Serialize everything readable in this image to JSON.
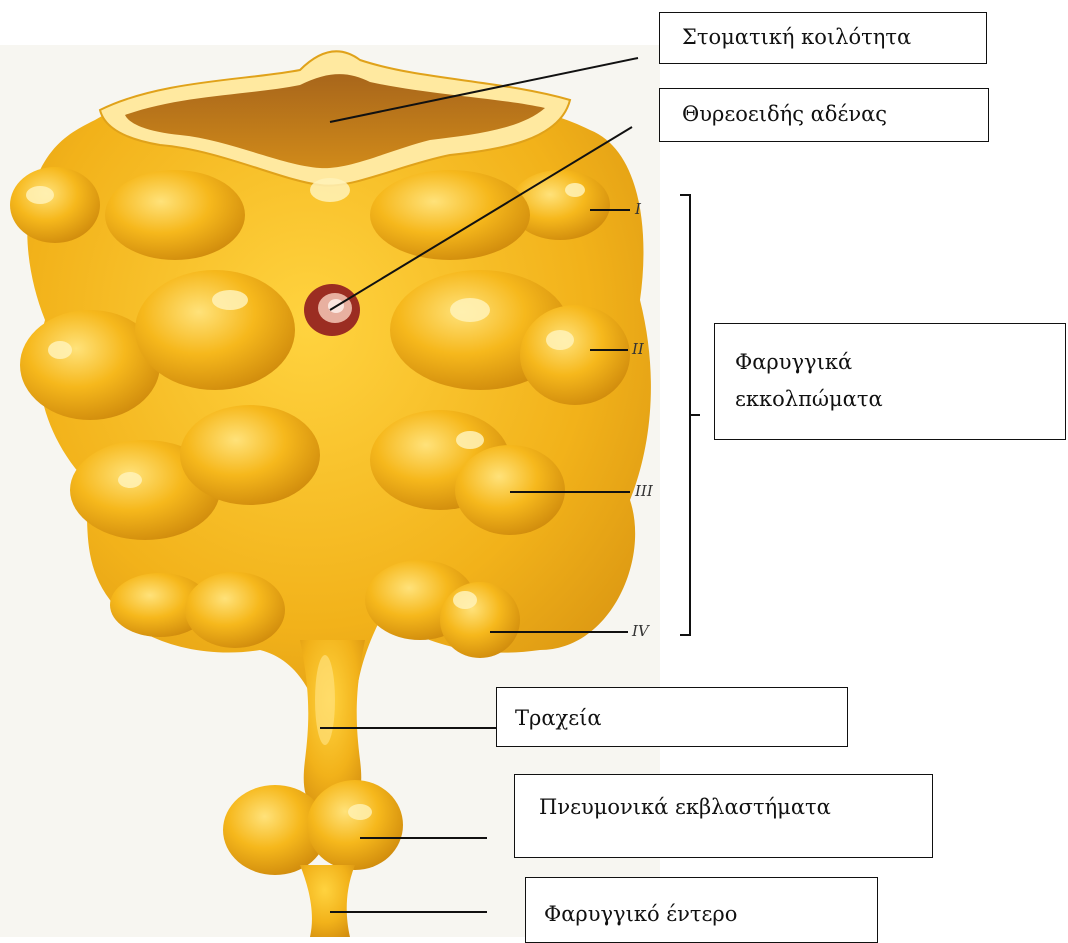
{
  "labels": {
    "oral_cavity": "Στοματική κοιλότητα",
    "thyroid": "Θυρεοειδής αδένας",
    "pouches_line1": "Φαρυγγικά",
    "pouches_line2": "εκκολπώματα",
    "trachea": "Τραχεία",
    "lung_buds": "Πνευμονικά εκβλαστήματα",
    "foregut": "Φαρυγγικό έντερο"
  },
  "pouch_numerals": [
    "I",
    "II",
    "III",
    "IV"
  ],
  "colors": {
    "tissue": "#f2b21a",
    "tissue_highlight": "#ffd75a",
    "tissue_shadow": "#c9820c",
    "thyroid": "#b43c2a",
    "leader": "#111111"
  }
}
